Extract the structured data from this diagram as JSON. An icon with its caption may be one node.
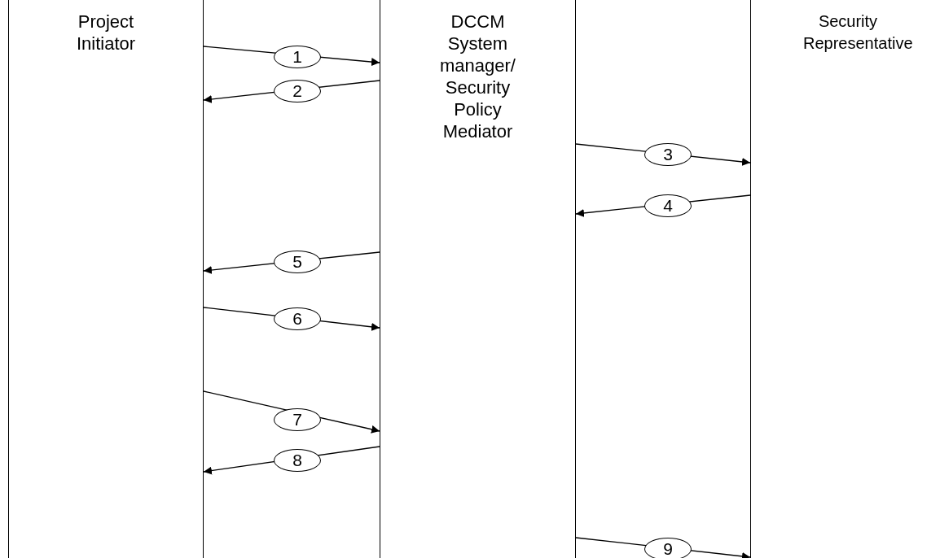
{
  "diagram": {
    "nodes": [
      {
        "text": [
          "Project Initiator"
        ]
      },
      {
        "text": [
          "DCCM System manager/ Security Policy Mediator"
        ]
      },
      {
        "text": [
          "Security Representative"
        ]
      }
    ],
    "edges": [
      {
        "from": 0,
        "to": 1,
        "arrow": "to",
        "label": "1"
      },
      {
        "from": 1,
        "to": 0,
        "arrow": "to",
        "label": "2"
      },
      {
        "from": 1,
        "to": 2,
        "arrow": "to",
        "label": "3"
      },
      {
        "from": 2,
        "to": 1,
        "arrow": "to",
        "label": "4"
      },
      {
        "from": 1,
        "to": 0,
        "arrow": "to",
        "label": "5"
      },
      {
        "from": 0,
        "to": 1,
        "arrow": "to",
        "label": "6"
      },
      {
        "from": 0,
        "to": 1,
        "arrow": "to",
        "label": "7"
      },
      {
        "from": 1,
        "to": 0,
        "arrow": "to",
        "label": "8"
      },
      {
        "from": 1,
        "to": 2,
        "arrow": "to",
        "label": "9"
      }
    ]
  }
}
